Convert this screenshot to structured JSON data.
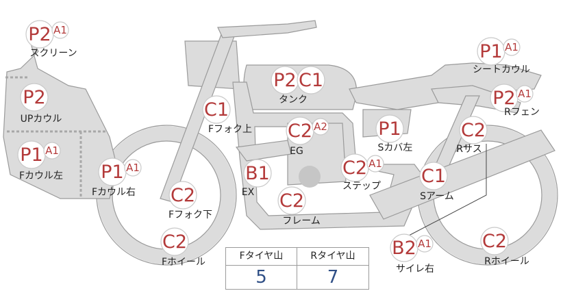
{
  "parts": [
    {
      "id": "screen",
      "label": "スクリーン",
      "grades": [
        "P2",
        "A1"
      ]
    },
    {
      "id": "up-cowl",
      "label": "UPカウル",
      "grades": [
        "P2"
      ]
    },
    {
      "id": "f-cowl-left",
      "label": "Fカウル左",
      "grades": [
        "P1",
        "A1"
      ]
    },
    {
      "id": "f-cowl-right",
      "label": "Fカウル右",
      "grades": [
        "P1",
        "A1"
      ]
    },
    {
      "id": "f-fork-upper",
      "label": "Fフォク上",
      "grades": [
        "C1"
      ]
    },
    {
      "id": "f-fork-lower",
      "label": "Fフォク下",
      "grades": [
        "C2"
      ]
    },
    {
      "id": "f-wheel",
      "label": "Fホイール",
      "grades": [
        "C2"
      ]
    },
    {
      "id": "tank",
      "label": "タンク",
      "grades": [
        "P2",
        "C1"
      ]
    },
    {
      "id": "engine",
      "label": "EG",
      "grades": [
        "C2",
        "A2"
      ]
    },
    {
      "id": "exhaust",
      "label": "EX",
      "grades": [
        "B1"
      ]
    },
    {
      "id": "frame",
      "label": "フレーム",
      "grades": [
        "C2"
      ]
    },
    {
      "id": "step",
      "label": "ステップ",
      "grades": [
        "C2",
        "A1"
      ]
    },
    {
      "id": "s-cover-left",
      "label": "Sカバ左",
      "grades": [
        "P1"
      ]
    },
    {
      "id": "s-arm",
      "label": "Sアーム",
      "grades": [
        "C1"
      ]
    },
    {
      "id": "seat-cowl",
      "label": "シートカウル",
      "grades": [
        "P1",
        "A1"
      ]
    },
    {
      "id": "r-fender",
      "label": "Rフェン",
      "grades": [
        "P2",
        "A1"
      ]
    },
    {
      "id": "r-suspension",
      "label": "Rサス",
      "grades": [
        "C2"
      ]
    },
    {
      "id": "silencer-right",
      "label": "サイレ右",
      "grades": [
        "B2",
        "A1"
      ]
    },
    {
      "id": "r-wheel",
      "label": "Rホイール",
      "grades": [
        "C2"
      ]
    }
  ],
  "tread": {
    "front_label": "Fタイヤ山",
    "rear_label": "Rタイヤ山",
    "front_value": "5",
    "rear_value": "7"
  },
  "colors": {
    "grade_text": "#b33a3a",
    "tread_value": "#2f4f86",
    "body_fill": "#dcdcdc"
  }
}
